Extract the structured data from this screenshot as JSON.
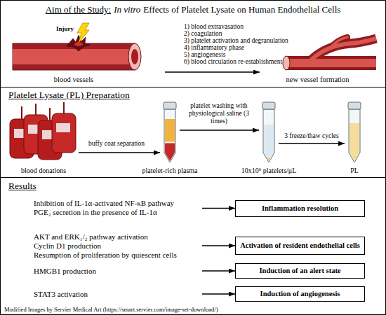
{
  "diagram": {
    "title": "Aim of the Study:",
    "nodes": [
      {
        "text": [
          "blood vessels"
        ]
      },
      {
        "text": [
          "new vessel formation"
        ]
      },
      {
        "text": [
          "blood donations"
        ]
      },
      {
        "text": [
          "platelet-rich plasma"
        ]
      },
      {
        "text": [
          "10x10⁶ platelets/μL"
        ]
      },
      {
        "text": [
          "PL"
        ]
      },
      {
        "text": [
          "Inhibition of IL-1α-activated NF-κB pathway",
          "PGE₂ secretion in the presence of IL-1α"
        ]
      },
      {
        "text": [
          "Inflammation resolution"
        ]
      },
      {
        "text": [
          "AKT and ERK₁/₂ pathway activation",
          "Cyclin D1 production",
          "Resumption of proliferation by quiescent cells"
        ]
      },
      {
        "text": [
          "Activation of resident endothelial cells"
        ]
      },
      {
        "text": [
          "HMGB1 production"
        ]
      },
      {
        "text": [
          "Induction of an alert state"
        ]
      },
      {
        "text": [
          "STAT3 activation"
        ]
      },
      {
        "text": [
          "Induction of angiogenesis"
        ]
      }
    ],
    "edges": [
      {
        "from": 0,
        "to": 1,
        "arrow": "to"
      },
      {
        "from": 2,
        "to": 3,
        "label": "buffy coat separation",
        "arrow": "to"
      },
      {
        "from": 3,
        "to": 4,
        "label": "platelet washing with physiological saline (3 times)",
        "arrow": "to"
      },
      {
        "from": 4,
        "to": 5,
        "label": "3 freeze/thaw cycles",
        "arrow": "to"
      },
      {
        "from": 6,
        "to": 7,
        "arrow": "to"
      },
      {
        "from": 8,
        "to": 9,
        "arrow": "to"
      },
      {
        "from": 10,
        "to": 11,
        "arrow": "to"
      },
      {
        "from": 12,
        "to": 13,
        "arrow": "to"
      }
    ],
    "labels": [
      "In vitro",
      "Effects of Platelet Lysate on Human Endothelial Cells",
      "Injury",
      "1) blood extravasation",
      "2) coagulation",
      "3) platelet activation and degranulation",
      "4) inflammatory phase",
      "5) angiogenesis",
      "6) blood circulation re-establishment",
      "Platelet Lysate (PL) Preparation",
      "Results",
      "Modified Images by Servier Medical Art (https://smart.servier.com/image-set-download/)"
    ]
  }
}
